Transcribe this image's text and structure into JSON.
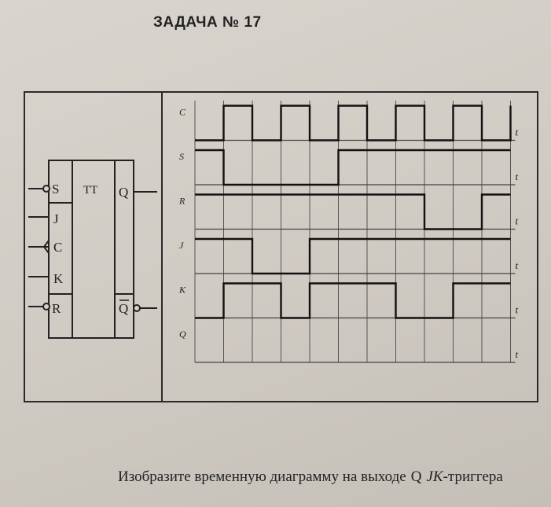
{
  "title": "ЗАДАЧА № 17",
  "caption": {
    "text": "Изобразите временную диаграмму на выходе",
    "q": "Q",
    "jk": "JK",
    "suffix": "-триггера"
  },
  "block": {
    "label": "TT",
    "inputs": [
      "S",
      "J",
      "C",
      "K",
      "R"
    ],
    "outputs": [
      "Q",
      "Q"
    ]
  },
  "timing": {
    "axis_symbol": "t",
    "cells": 11,
    "signals": [
      {
        "name": "C",
        "levels": [
          0,
          1,
          0,
          1,
          0,
          1,
          0,
          1,
          0,
          1,
          0,
          1
        ]
      },
      {
        "name": "S",
        "levels": [
          1,
          0,
          0,
          0,
          0,
          1,
          1,
          1,
          1,
          1,
          1,
          1
        ]
      },
      {
        "name": "R",
        "levels": [
          1,
          1,
          1,
          1,
          1,
          1,
          1,
          1,
          0,
          0,
          1,
          1
        ]
      },
      {
        "name": "J",
        "levels": [
          1,
          1,
          0,
          0,
          1,
          1,
          1,
          1,
          1,
          1,
          1,
          1
        ]
      },
      {
        "name": "K",
        "levels": [
          0,
          1,
          1,
          0,
          1,
          1,
          1,
          0,
          0,
          1,
          1,
          1
        ]
      },
      {
        "name": "Q",
        "levels": []
      }
    ]
  }
}
